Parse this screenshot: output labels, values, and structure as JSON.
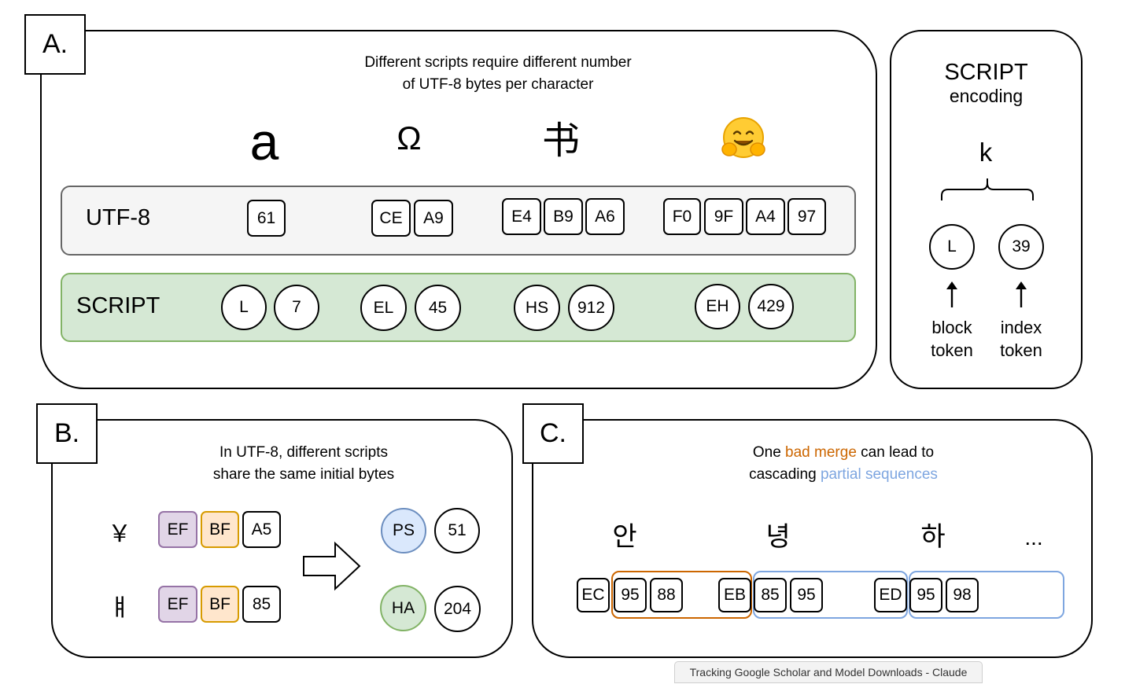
{
  "panel_a": {
    "label": "A.",
    "title_line1": "Different scripts require different number",
    "title_line2": "of UTF-8 bytes per character",
    "chars": [
      "a",
      "Ω",
      "书",
      "🤗"
    ],
    "utf8_label": "UTF-8",
    "script_label": "SCRIPT",
    "utf8_bytes": [
      [
        "61"
      ],
      [
        "CE",
        "A9"
      ],
      [
        "E4",
        "B9",
        "A6"
      ],
      [
        "F0",
        "9F",
        "A4",
        "97"
      ]
    ],
    "script_tokens": [
      [
        "L",
        "7"
      ],
      [
        "EL",
        "45"
      ],
      [
        "HS",
        "912"
      ],
      [
        "EH",
        "429"
      ]
    ]
  },
  "legend": {
    "title": "SCRIPT",
    "subtitle": "encoding",
    "char": "k",
    "block_token": "L",
    "index_token": "39",
    "block_label_1": "block",
    "block_label_2": "token",
    "index_label_1": "index",
    "index_label_2": "token"
  },
  "panel_b": {
    "label": "B.",
    "title_line1": "In UTF-8, different scripts",
    "title_line2": "share the same initial bytes",
    "rows": [
      {
        "char": "￥",
        "bytes": [
          "EF",
          "BF",
          "A5"
        ],
        "tokens": [
          "PS",
          "51"
        ]
      },
      {
        "char": "ￅ",
        "bytes": [
          "EF",
          "BF",
          "85"
        ],
        "tokens": [
          "HA",
          "204"
        ]
      }
    ]
  },
  "panel_c": {
    "label": "C.",
    "title_pre": "One ",
    "title_highlight1": "bad merge",
    "title_mid": " can lead to",
    "title_pre2": "cascading ",
    "title_highlight2": "partial sequences",
    "chars": [
      "안",
      "녕",
      "하",
      "..."
    ],
    "bytes": [
      "EC",
      "95",
      "88",
      "EB",
      "85",
      "95",
      "ED",
      "95",
      "98"
    ]
  },
  "colors": {
    "utf8_row_bg": "#f5f5f5",
    "utf8_row_border": "#666666",
    "script_row_bg": "#d5e8d4",
    "script_row_border": "#82b366",
    "bad_merge": "#cc6600",
    "partial_seq": "#7ea6e0",
    "purple_fill": "#e1d5e7",
    "orange_fill": "#ffe6cc",
    "blue_fill": "#dae8fc",
    "green_fill": "#d5e8d4"
  },
  "status_bar": {
    "text": "Tracking Google Scholar and Model Downloads - Claude"
  }
}
